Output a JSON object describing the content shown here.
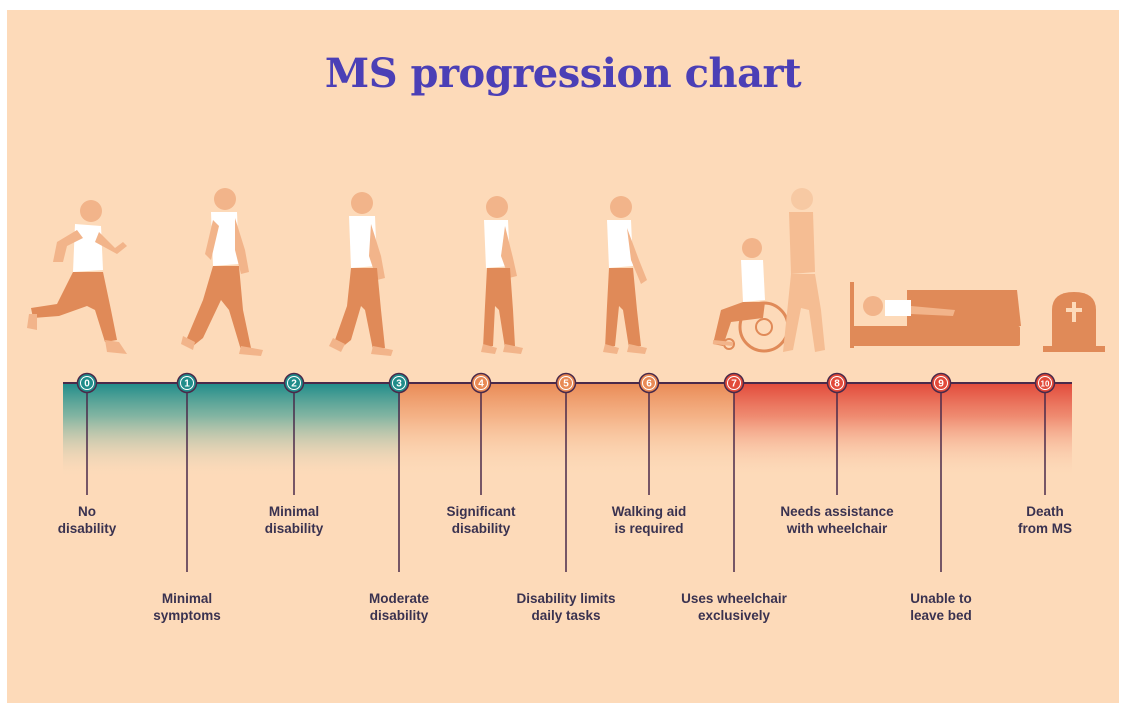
{
  "title": "MS progression chart",
  "colors": {
    "background": "#fddab9",
    "title": "#4b3fb6",
    "teal": "#1f8c8a",
    "orange": "#e98a55",
    "red": "#e24a3a",
    "baseline": "#4a2a4a",
    "figure_skin": "#f2b48a",
    "figure_pants": "#e08a58",
    "figure_shirt": "#ffffff"
  },
  "stages": [
    {
      "number": "0",
      "line1": "No",
      "line2": "disability",
      "zone": "teal",
      "figure": "running-person-icon"
    },
    {
      "number": "1",
      "line1": "Minimal",
      "line2": "symptoms",
      "zone": "teal",
      "figure": "walking-person-icon"
    },
    {
      "number": "2",
      "line1": "Minimal",
      "line2": "disability",
      "zone": "teal",
      "figure": "walking-person-icon"
    },
    {
      "number": "3",
      "line1": "Moderate",
      "line2": "disability",
      "zone": "teal",
      "figure": "walking-person-icon"
    },
    {
      "number": "4",
      "line1": "Significant",
      "line2": "disability",
      "zone": "orange",
      "figure": "stooped-person-icon"
    },
    {
      "number": "5",
      "line1": "Disability limits",
      "line2": "daily tasks",
      "zone": "orange",
      "figure": "none"
    },
    {
      "number": "6",
      "line1": "Walking aid",
      "line2": "is required",
      "zone": "orange",
      "figure": "person-with-cane-icon"
    },
    {
      "number": "7",
      "line1": "Uses wheelchair",
      "line2": "exclusively",
      "zone": "red",
      "figure": "wheelchair-user-icon"
    },
    {
      "number": "8",
      "line1": "Needs assistance",
      "line2": "with wheelchair",
      "zone": "red",
      "figure": "assisted-wheelchair-icon"
    },
    {
      "number": "9",
      "line1": "Unable to",
      "line2": "leave bed",
      "zone": "red",
      "figure": "person-in-bed-icon"
    },
    {
      "number": "10",
      "line1": "Death",
      "line2": "from MS",
      "zone": "red",
      "figure": "gravestone-icon"
    }
  ]
}
